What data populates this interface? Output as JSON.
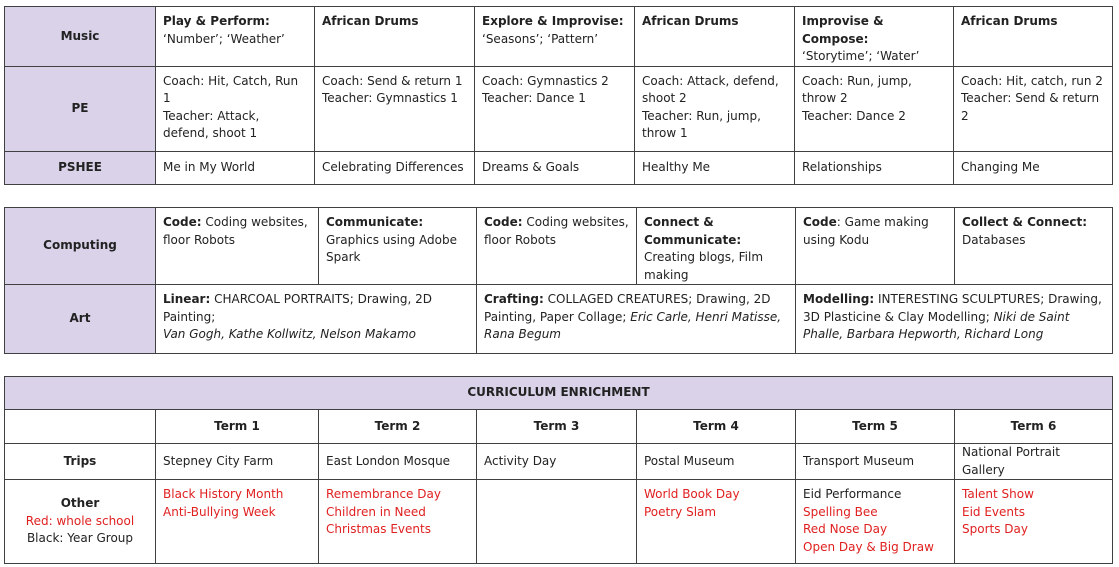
{
  "table1": {
    "music": {
      "label": "Music",
      "cells": [
        {
          "title": "Play & Perform:",
          "detail": "‘Number’; ‘Weather’"
        },
        {
          "title": "African Drums",
          "detail": ""
        },
        {
          "title": "Explore & Improvise:",
          "detail": "‘Seasons’; ‘Pattern’"
        },
        {
          "title": "African Drums",
          "detail": ""
        },
        {
          "title": "Improvise & Compose:",
          "detail": "‘Storytime’; ‘Water’"
        },
        {
          "title": "African Drums",
          "detail": ""
        }
      ]
    },
    "pe": {
      "label": "PE",
      "cells": [
        {
          "line1": "Coach: Hit, Catch, Run 1",
          "line2": "Teacher: Attack, defend, shoot 1"
        },
        {
          "line1": "Coach: Send & return 1",
          "line2": "Teacher: Gymnastics 1"
        },
        {
          "line1": "Coach: Gymnastics 2",
          "line2": "Teacher: Dance 1"
        },
        {
          "line1": "Coach:  Attack, defend, shoot 2",
          "line2": "Teacher: Run, jump, throw 1"
        },
        {
          "line1": "Coach: Run, jump, throw 2",
          "line2": "Teacher: Dance 2"
        },
        {
          "line1": "Coach: Hit, catch, run 2",
          "line2": "Teacher: Send & return 2"
        }
      ]
    },
    "pshee": {
      "label": "PSHEE",
      "cells": [
        "Me in My World",
        "Celebrating Differences",
        "Dreams & Goals",
        "Healthy Me",
        "Relationships",
        "Changing Me"
      ]
    }
  },
  "table2": {
    "computing": {
      "label": "Computing",
      "cells": [
        {
          "title": "Code:",
          "detail": " Coding websites, floor Robots"
        },
        {
          "title": "Communicate:",
          "detail": " Graphics using Adobe Spark"
        },
        {
          "title": "Code:",
          "detail": " Coding websites, floor Robots"
        },
        {
          "title": "Connect & Communicate:",
          "detail": " Creating blogs,  Film making"
        },
        {
          "title": "Code",
          "detail": ": Game making using Kodu"
        },
        {
          "title": "Collect & Connect:",
          "detail": " Databases"
        }
      ]
    },
    "art": {
      "label": "Art",
      "cells": [
        {
          "title": "Linear:",
          "detail": " CHARCOAL PORTRAITS; Drawing, 2D Painting;",
          "artists": "Van Gogh, Kathe Kollwitz, Nelson Makamo"
        },
        {
          "title": "Crafting:",
          "detail": " COLLAGED CREATURES; Drawing, 2D Painting, Paper Collage; ",
          "artists": "Eric Carle, Henri Matisse, Rana Begum"
        },
        {
          "title": "Modelling:",
          "detail": " INTERESTING SCULPTURES; Drawing, 3D Plasticine & Clay Modelling; ",
          "artists": "Niki de Saint Phalle, Barbara Hepworth, Richard Long"
        }
      ]
    }
  },
  "enrichment": {
    "title": "CURRICULUM ENRICHMENT",
    "terms": [
      "Term 1",
      "Term 2",
      "Term 3",
      "Term 4",
      "Term 5",
      "Term 6"
    ],
    "trips": {
      "label": "Trips",
      "cells": [
        "Stepney City Farm",
        "East London Mosque",
        "Activity Day",
        "Postal Museum",
        "Transport Museum",
        "National Portrait Gallery"
      ]
    },
    "other": {
      "label": "Other",
      "key_red": "Red: whole school",
      "key_black": "Black: Year Group",
      "cells": [
        [
          {
            "text": "Black History Month",
            "red": true
          },
          {
            "text": "Anti-Bullying Week",
            "red": true
          }
        ],
        [
          {
            "text": "Remembrance Day",
            "red": true
          },
          {
            "text": "Children in Need",
            "red": true
          },
          {
            "text": "Christmas Events",
            "red": true
          }
        ],
        [],
        [
          {
            "text": "World Book Day",
            "red": true
          },
          {
            "text": "Poetry Slam",
            "red": true
          }
        ],
        [
          {
            "text": "Eid Performance",
            "red": false
          },
          {
            "text": "Spelling Bee",
            "red": true
          },
          {
            "text": "Red Nose Day",
            "red": true
          },
          {
            "text": "Open Day & Big Draw",
            "red": true
          }
        ],
        [
          {
            "text": "Talent Show",
            "red": true
          },
          {
            "text": "Eid Events",
            "red": true
          },
          {
            "text": "Sports Day",
            "red": true
          }
        ]
      ]
    }
  },
  "colors": {
    "header_fill": "#d9d2e9",
    "whole_school": "#e02020",
    "border": "#404040"
  }
}
